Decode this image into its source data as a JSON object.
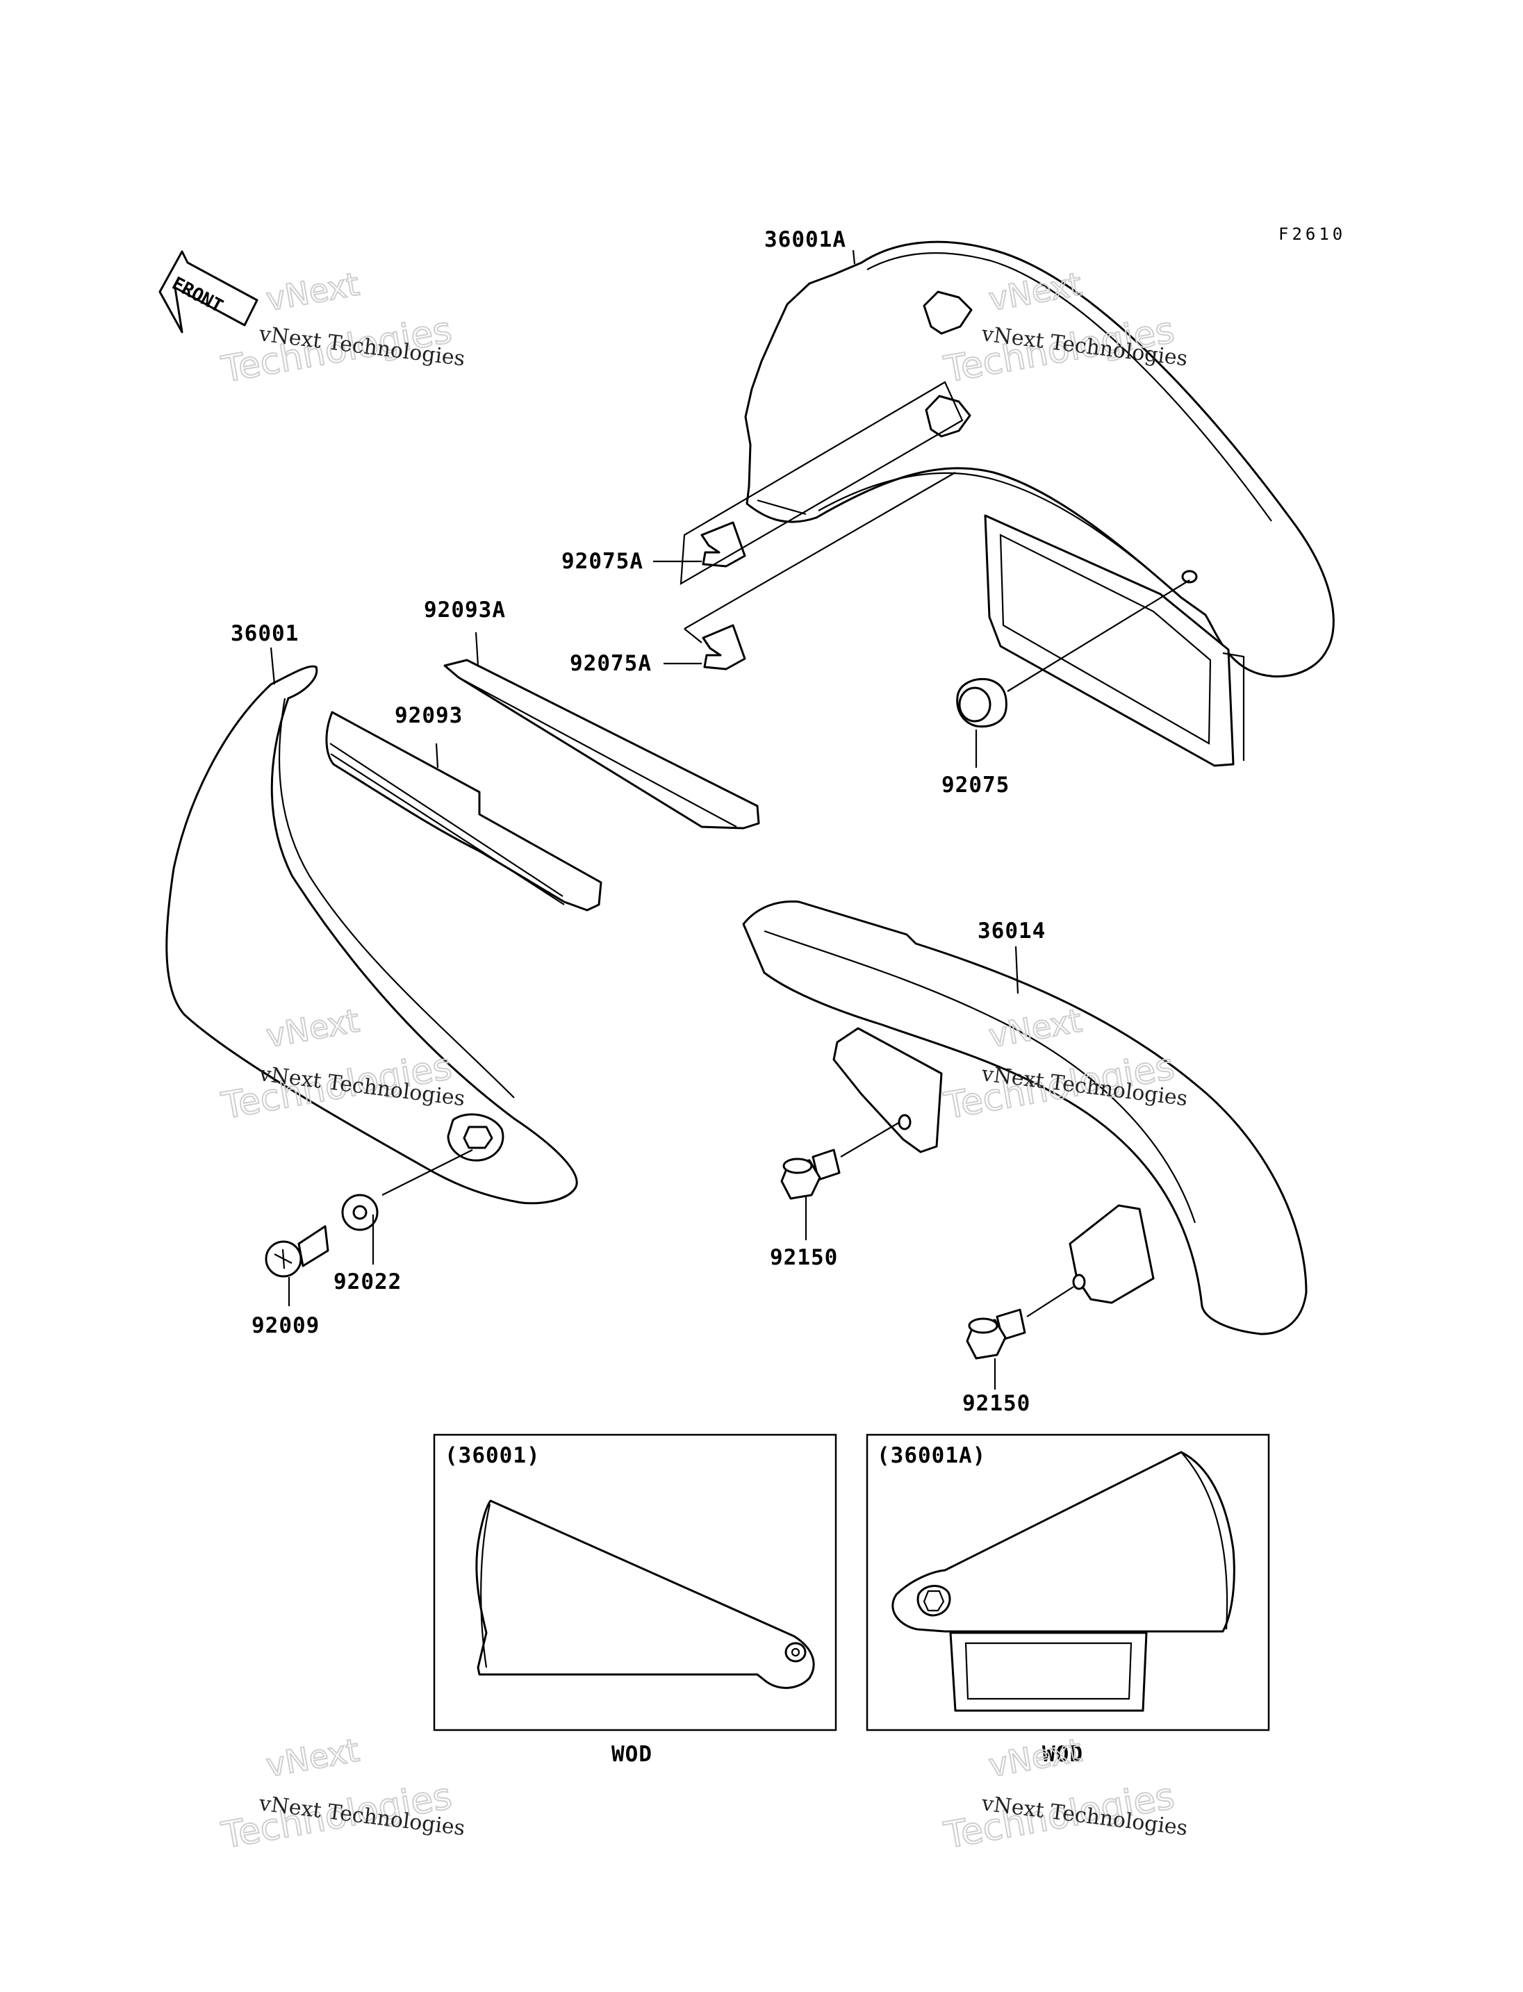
{
  "diagram_code": "F2610",
  "front_label": "FRONT",
  "parts": {
    "p36001A": "36001A",
    "p36001": "36001",
    "p92093A": "92093A",
    "p92093": "92093",
    "p92075A_1": "92075A",
    "p92075A_2": "92075A",
    "p92075": "92075",
    "p36014": "36014",
    "p92150_1": "92150",
    "p92150_2": "92150",
    "p92022": "92022",
    "p92009": "92009"
  },
  "insets": [
    {
      "title": "(36001)",
      "caption": "WOD"
    },
    {
      "title": "(36001A)",
      "caption": "WOD"
    }
  ],
  "watermark": {
    "line1": "vNext",
    "line2": "vNext Technologies",
    "line3": "Technologies"
  }
}
